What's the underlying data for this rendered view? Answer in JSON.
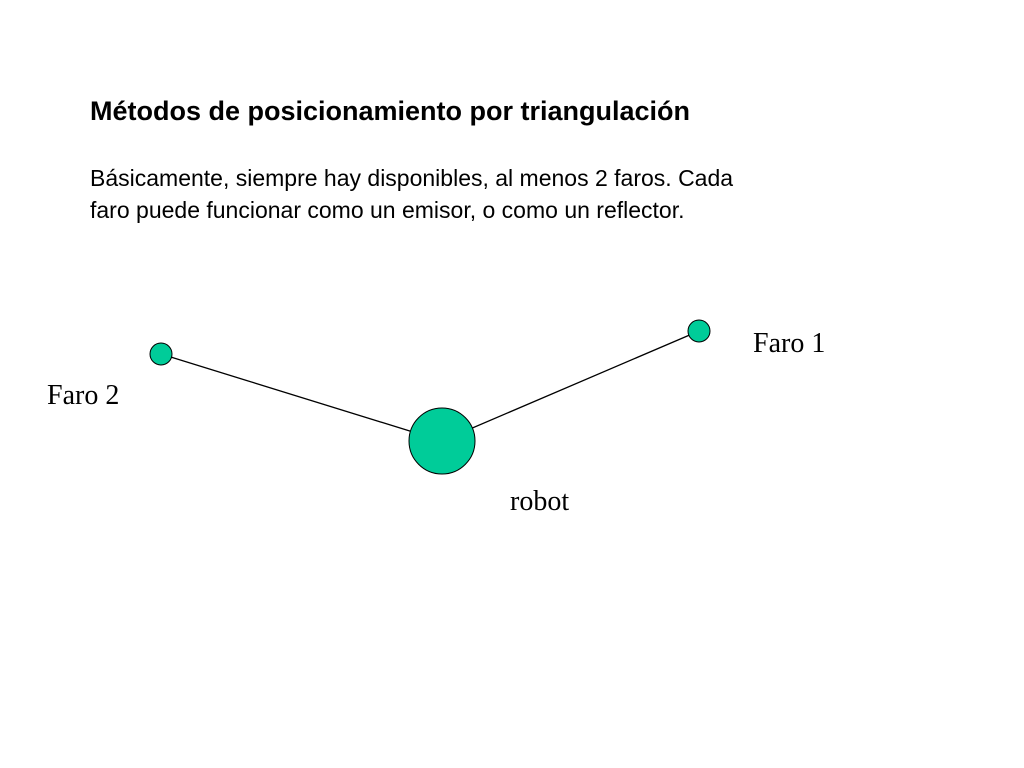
{
  "slide": {
    "title": "Métodos de posicionamiento por triangulación",
    "body_lines": [
      "Básicamente, siempre hay disponibles, al menos 2 faros. Cada",
      "faro puede funcionar como un emisor, o como un reflector."
    ]
  },
  "diagram": {
    "node_color": "#00cc99",
    "line_color": "#000000",
    "nodes": [
      {
        "id": "faro-1",
        "label": "Faro 1"
      },
      {
        "id": "faro-2",
        "label": "Faro 2"
      },
      {
        "id": "robot",
        "label": "robot"
      }
    ],
    "edges": [
      {
        "from": "faro-2",
        "to": "robot"
      },
      {
        "from": "robot",
        "to": "faro-1"
      }
    ]
  }
}
